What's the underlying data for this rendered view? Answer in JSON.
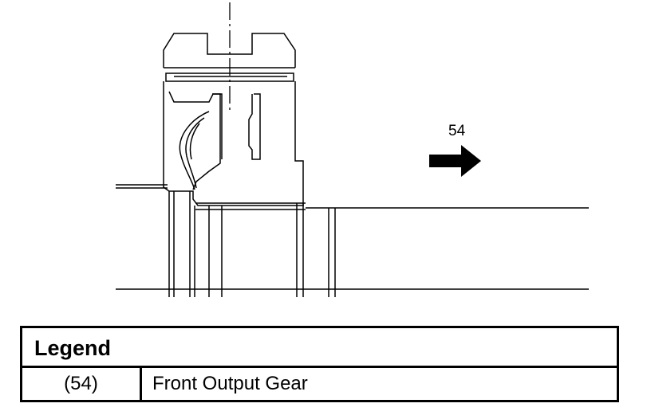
{
  "callout": {
    "number": "54",
    "arrow_direction": "right"
  },
  "legend": {
    "title": "Legend",
    "entries": [
      {
        "ref": "(54)",
        "description": "Front Output Gear"
      }
    ]
  },
  "colors": {
    "line": "#000000",
    "background": "#ffffff"
  }
}
